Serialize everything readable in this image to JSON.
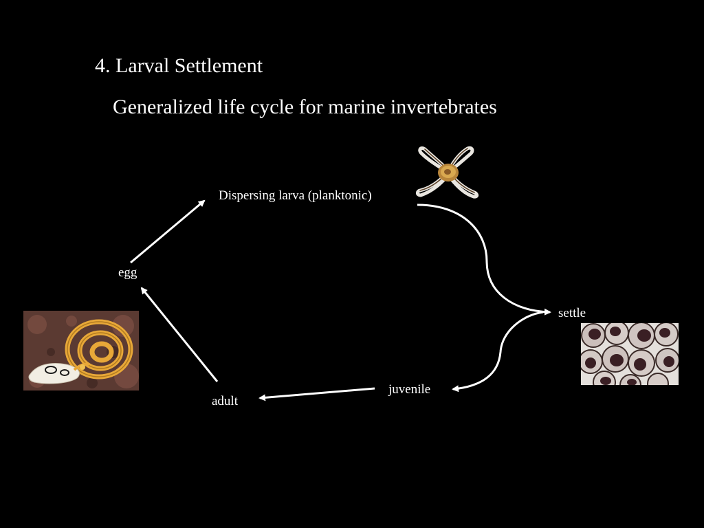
{
  "slide": {
    "title": "4. Larval Settlement",
    "subtitle": "Generalized life cycle for marine invertebrates"
  },
  "cycle": {
    "egg": "egg",
    "larva": "Dispersing larva (planktonic)",
    "settle": "settle",
    "juvenile": "juvenile",
    "adult": "adult"
  },
  "colors": {
    "background": "#000000",
    "text": "#ffffff",
    "arrow": "#ffffff"
  },
  "images": {
    "larva": "brittle-star-larva",
    "settled": "settled-juveniles-micrograph",
    "adult": "nudibranch-with-egg-ribbon"
  }
}
